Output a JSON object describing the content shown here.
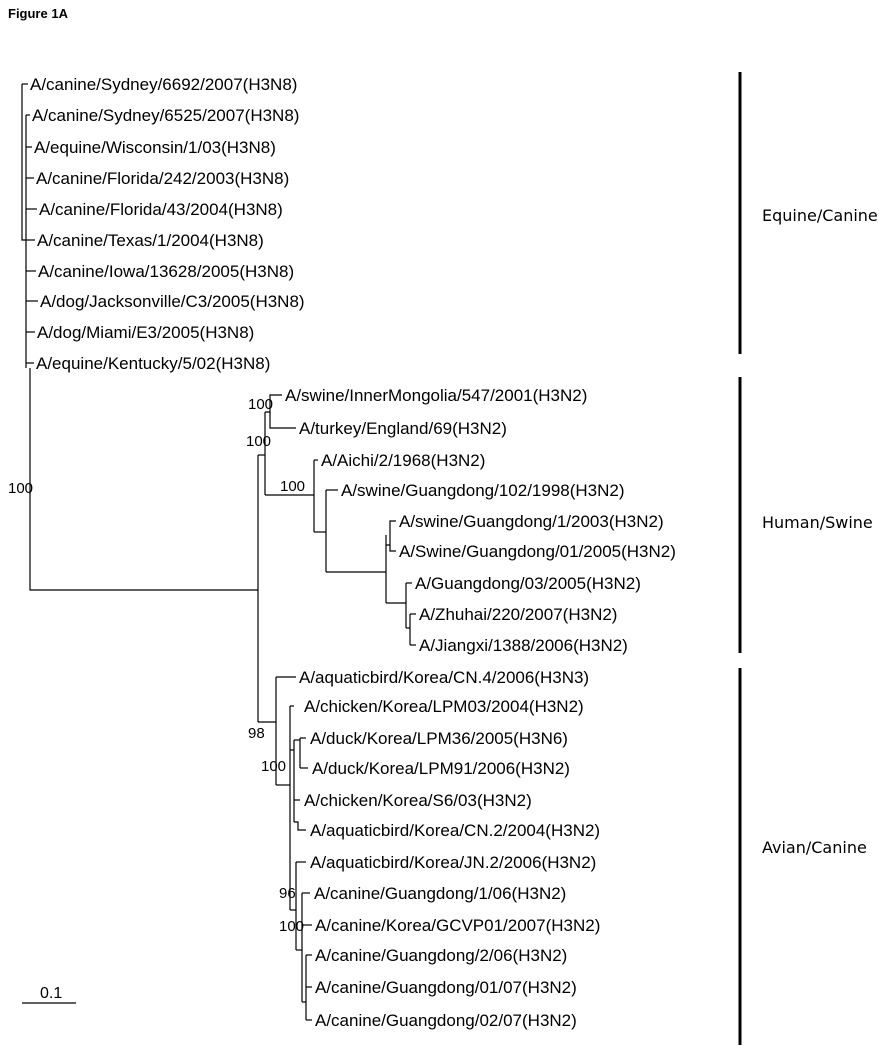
{
  "figure_title": "Figure 1A",
  "tree": {
    "clades": [
      {
        "name": "Equine/Canine"
      },
      {
        "name": "Human/Swine"
      },
      {
        "name": "Avian/Canine"
      }
    ],
    "taxa": [
      "A/canine/Sydney/6692/2007(H3N8)",
      "A/canine/Sydney/6525/2007(H3N8)",
      "A/equine/Wisconsin/1/03(H3N8)",
      "A/canine/Florida/242/2003(H3N8)",
      "A/canine/Florida/43/2004(H3N8)",
      "A/canine/Texas/1/2004(H3N8)",
      "A/canine/Iowa/13628/2005(H3N8)",
      "A/dog/Jacksonville/C3/2005(H3N8)",
      "A/dog/Miami/E3/2005(H3N8)",
      "A/equine/Kentucky/5/02(H3N8)",
      "A/swine/InnerMongolia/547/2001(H3N2)",
      "A/turkey/England/69(H3N2)",
      "A/Aichi/2/1968(H3N2)",
      "A/swine/Guangdong/102/1998(H3N2)",
      "A/swine/Guangdong/1/2003(H3N2)",
      "A/Swine/Guangdong/01/2005(H3N2)",
      "A/Guangdong/03/2005(H3N2)",
      "A/Zhuhai/220/2007(H3N2)",
      "A/Jiangxi/1388/2006(H3N2)",
      "A/aquaticbird/Korea/CN.4/2006(H3N3)",
      "A/chicken/Korea/LPM03/2004(H3N2)",
      "A/duck/Korea/LPM36/2005(H3N6)",
      "A/duck/Korea/LPM91/2006(H3N2)",
      "A/chicken/Korea/S6/03(H3N2)",
      "A/aquaticbird/Korea/CN.2/2004(H3N2)",
      "A/aquaticbird/Korea/JN.2/2006(H3N2)",
      "A/canine/Guangdong/1/06(H3N2)",
      "A/canine/Korea/GCVP01/2007(H3N2)",
      "A/canine/Guangdong/2/06(H3N2)",
      "A/canine/Guangdong/01/07(H3N2)",
      "A/canine/Guangdong/02/07(H3N2)"
    ],
    "bootstrap": [
      "100",
      "100",
      "100",
      "100",
      "98",
      "100",
      "96",
      "100"
    ],
    "scale_bar": "0.1"
  }
}
